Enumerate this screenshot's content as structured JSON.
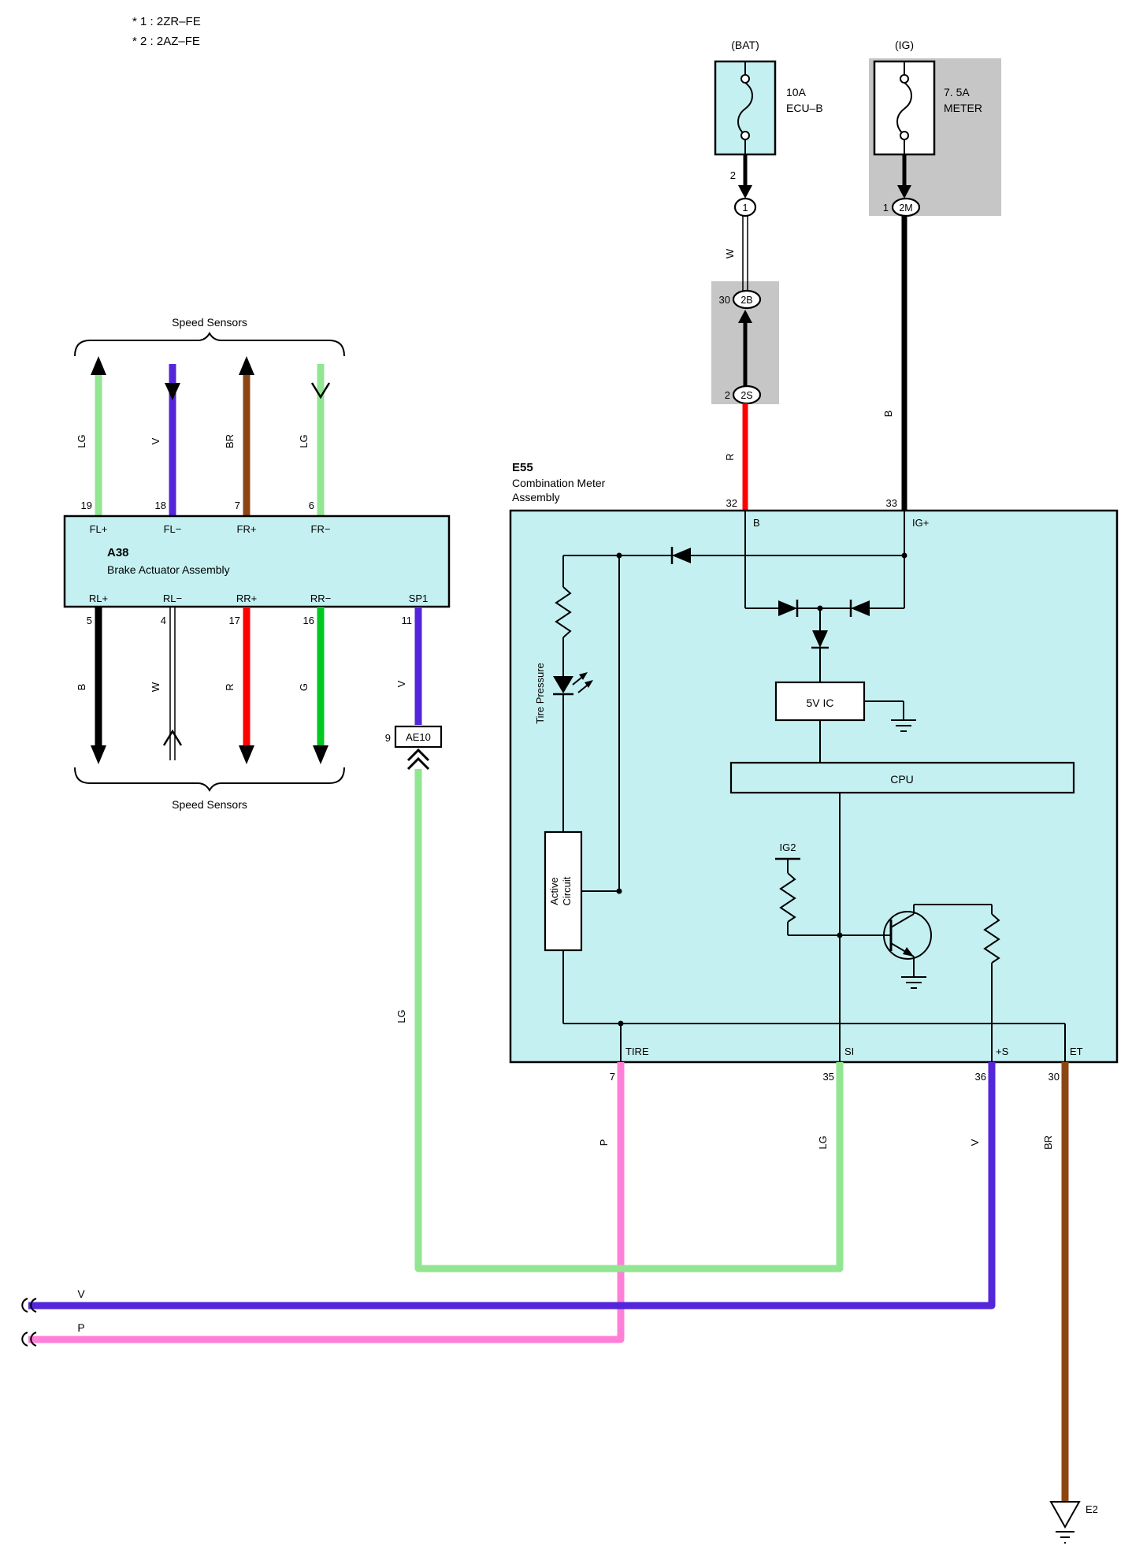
{
  "notes": {
    "line1": "* 1 : 2ZR–FE",
    "line2": "* 2 : 2AZ–FE"
  },
  "bat": {
    "title": "(BAT)",
    "fuse_line1": "10A",
    "fuse_line2": "ECU–B",
    "pin_top": "2",
    "conn1": "1",
    "wire_w": "W",
    "pin_2b": "30",
    "conn_2b": "2B",
    "pin_2s": "2",
    "conn_2s": "2S",
    "wire_r": "R"
  },
  "ig": {
    "title": "(IG)",
    "fuse_line1": "7. 5A",
    "fuse_line2": "METER",
    "pin_1": "1",
    "conn_2m": "2M",
    "wire_b": "B"
  },
  "sensors": {
    "top_label": "Speed Sensors",
    "bottom_label": "Speed Sensors"
  },
  "a38": {
    "code": "A38",
    "name": "Brake Actuator Assembly",
    "pins_top": [
      {
        "num": "19",
        "label": "FL+",
        "wire": "LG"
      },
      {
        "num": "18",
        "label": "FL−",
        "wire": "V"
      },
      {
        "num": "7",
        "label": "FR+",
        "wire": "BR"
      },
      {
        "num": "6",
        "label": "FR−",
        "wire": "LG"
      }
    ],
    "pins_bottom": [
      {
        "num": "5",
        "label": "RL+",
        "wire": "B"
      },
      {
        "num": "4",
        "label": "RL−",
        "wire": "W"
      },
      {
        "num": "17",
        "label": "RR+",
        "wire": "R"
      },
      {
        "num": "16",
        "label": "RR−",
        "wire": "G"
      },
      {
        "num": "11",
        "label": "SP1",
        "wire": "V"
      }
    ]
  },
  "ae10": {
    "pin": "9",
    "label": "AE10",
    "wire": "LG"
  },
  "e55": {
    "code": "E55",
    "name_line1": "Combination Meter",
    "name_line2": "Assembly",
    "pin_b": {
      "num": "32",
      "label": "B"
    },
    "pin_ig": {
      "num": "33",
      "label": "IG+"
    },
    "tire_pressure": "Tire Pressure",
    "active_line1": "Active",
    "active_line2": "Circuit",
    "ic_label": "5V IC",
    "cpu_label": "CPU",
    "ig2_label": "IG2",
    "pins_bottom": [
      {
        "num": "7",
        "label": "TIRE",
        "wire": "P"
      },
      {
        "num": "35",
        "label": "SI",
        "wire": "LG"
      },
      {
        "num": "36",
        "label": "+S",
        "wire": "V"
      },
      {
        "num": "30",
        "label": "ET",
        "wire": "BR"
      }
    ]
  },
  "trunk": {
    "v_label": "V",
    "p_label": "P"
  },
  "ground": {
    "label": "E2"
  },
  "colors": {
    "panel": "#c5f0f2",
    "gray": "#c6c6c6",
    "lg": "#92e692",
    "g": "#00c820",
    "v": "#5426d9",
    "br": "#8c4613",
    "r": "#ff0000",
    "p": "#ff7fd8",
    "b": "#000000"
  }
}
